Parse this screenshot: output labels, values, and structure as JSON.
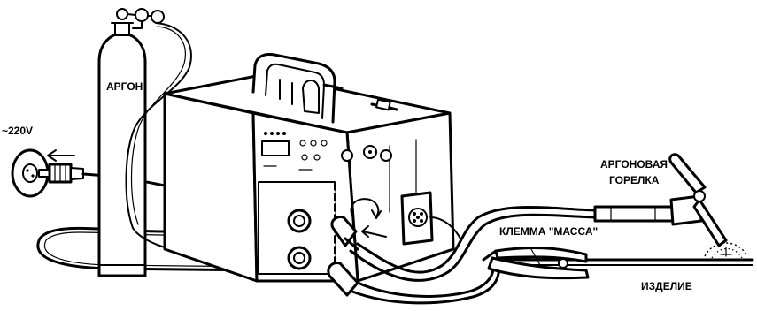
{
  "labels": {
    "mains_voltage": "~220V",
    "argon_cylinder": "АРГОН",
    "torch_line1": "АРГОНОВАЯ",
    "torch_line2": "ГОРЕЛКА",
    "ground_clamp": "КЛЕММА \"МАССА\"",
    "workpiece": "ИЗДЕЛИЕ"
  },
  "colors": {
    "line": "#000000",
    "background": "#ffffff"
  }
}
